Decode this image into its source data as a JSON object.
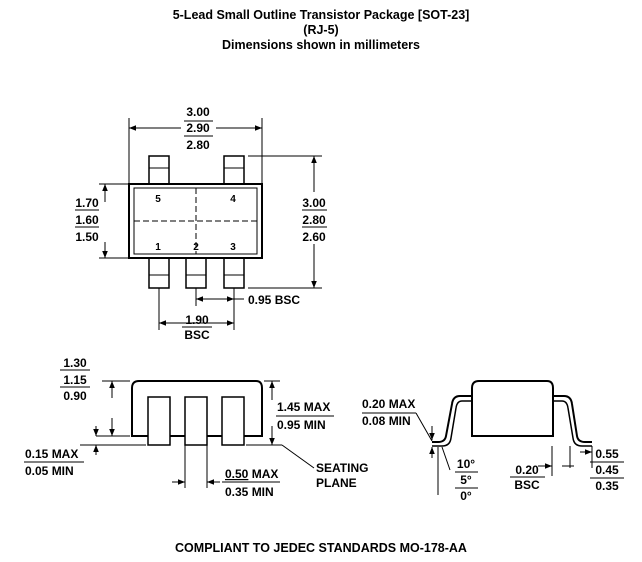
{
  "header": {
    "title": "5-Lead Small Outline Transistor Package [SOT-23]",
    "subtitle": "(RJ-5)",
    "note": "Dimensions shown in millimeters"
  },
  "top_view": {
    "width": {
      "max": "3.00",
      "nom": "2.90",
      "min": "2.80"
    },
    "body_width": {
      "max": "1.70",
      "nom": "1.60",
      "min": "1.50"
    },
    "overall_length": {
      "max": "3.00",
      "nom": "2.80",
      "min": "2.60"
    },
    "pins": [
      "5",
      "4",
      "1",
      "2",
      "3"
    ],
    "pitch": "0.95 BSC",
    "span": "1.90",
    "span_suffix": "BSC"
  },
  "side_view": {
    "height": {
      "max": "1.30",
      "nom": "1.15",
      "min": "0.90"
    },
    "total_height": {
      "max": "1.45 MAX",
      "min": "0.95 MIN"
    },
    "standoff": {
      "max": "0.15 MAX",
      "min": "0.05 MIN"
    },
    "lead_width": {
      "max": "0.50",
      "max_suffix": "MAX",
      "min": "0.35 MIN"
    },
    "seating_plane": [
      "SEATING",
      "PLANE"
    ]
  },
  "end_view": {
    "lead_thickness": {
      "max": "0.20 MAX",
      "min": "0.08 MIN"
    },
    "angle": {
      "max": "10°",
      "nom": "5°",
      "min": "0°"
    },
    "foot_length": {
      "max": "0.55",
      "nom": "0.45",
      "min": "0.35"
    },
    "foot_bsc": {
      "value": "0.20",
      "suffix": "BSC"
    }
  },
  "footer": "COMPLIANT TO JEDEC STANDARDS MO-178-AA"
}
